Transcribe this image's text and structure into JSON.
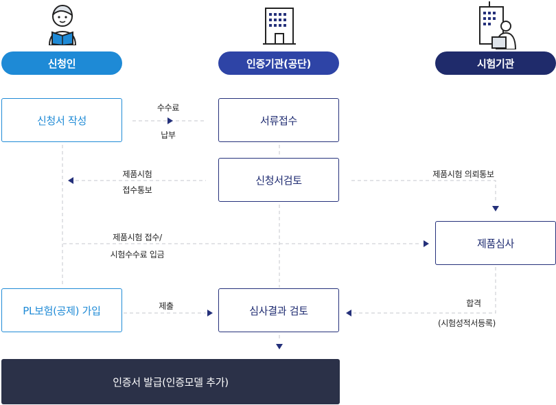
{
  "actors": [
    {
      "label": "신청인",
      "icon": "reader-person-icon",
      "color": "#1e8ad6"
    },
    {
      "label": "인증기관(공단)",
      "icon": "building-icon",
      "color": "#2e44a6"
    },
    {
      "label": "시험기관",
      "icon": "building-with-worker-icon",
      "color": "#1f2b6b"
    }
  ],
  "steps": {
    "apply": "신청서 작성",
    "receipt": "서류접수",
    "review": "신청서검토",
    "product_review": "제품심사",
    "insurance": "PL보험(공제) 가입",
    "result_review": "심사결과 검토",
    "issue": "인증서 발급(인증모델 추가)"
  },
  "edge_labels": {
    "fee_line1": "수수료",
    "fee_line2": "납부",
    "notice_line1": "제품시험",
    "notice_line2": "접수통보",
    "request": "제품시험 의뢰통보",
    "payment_line1": "제품시험 접수/",
    "payment_line2": "시험수수료 입금",
    "submit": "제출",
    "pass_line1": "합격",
    "pass_line2": "(시험성적서등록)"
  },
  "colors": {
    "line": "#c5c7cc",
    "arrow": "#24307a",
    "final_bg": "#2b3148"
  }
}
